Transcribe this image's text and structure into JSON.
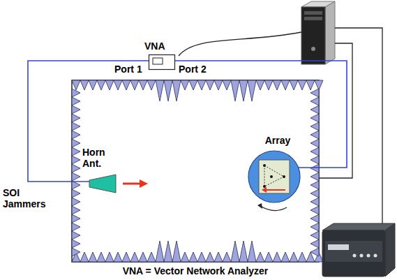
{
  "diagram": {
    "caption": "VNA = Vector Network Analyzer",
    "nodes": [
      {
        "text": [
          "VNA"
        ]
      },
      {
        "text": [
          "Horn Ant."
        ]
      },
      {
        "text": [
          "Array"
        ]
      }
    ],
    "edges": [
      {
        "from": 0,
        "to": 1,
        "arrow": "none"
      },
      {
        "from": 0,
        "to": 2,
        "arrow": "none"
      }
    ],
    "labels": [
      "Port 1",
      "Port 2",
      "SOI Jammers"
    ]
  }
}
